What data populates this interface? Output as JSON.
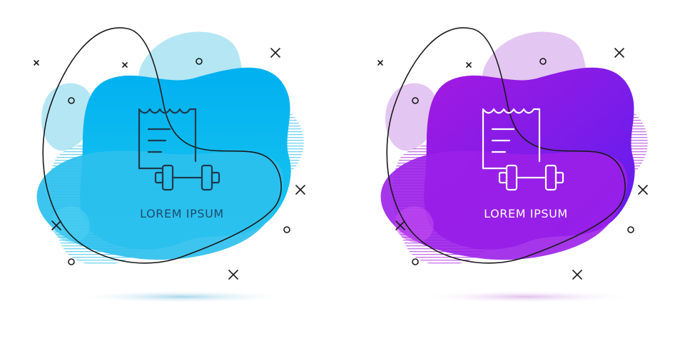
{
  "panels": [
    {
      "label": "LOREM IPSUM",
      "theme": "blue",
      "colors": {
        "back_blob": "#b5e6f4",
        "main_blob_top": "#00b0f0",
        "main_blob_bottom": "#1ec8f0",
        "lower_blob": "#39c0ee",
        "stripes": "#6fd3f2",
        "icon_stroke": "#1d3a4d",
        "label": "#1f4a6b",
        "shadow": "#a8d8ec"
      },
      "icon": "receipt-dumbbell-icon"
    },
    {
      "label": "LOREM IPSUM",
      "theme": "purple",
      "colors": {
        "back_blob": "#e4c6f2",
        "main_blob_top": "#a51ae0",
        "main_blob_bottom": "#5a1df0",
        "lower_blob": "#8b22e6",
        "stripes": "#c670e8",
        "icon_stroke": "#ffffff",
        "label": "#ffffff",
        "shadow": "#e2c2ec"
      },
      "icon": "receipt-dumbbell-icon"
    }
  ],
  "decorations": [
    "cross-icon",
    "circle-icon"
  ]
}
